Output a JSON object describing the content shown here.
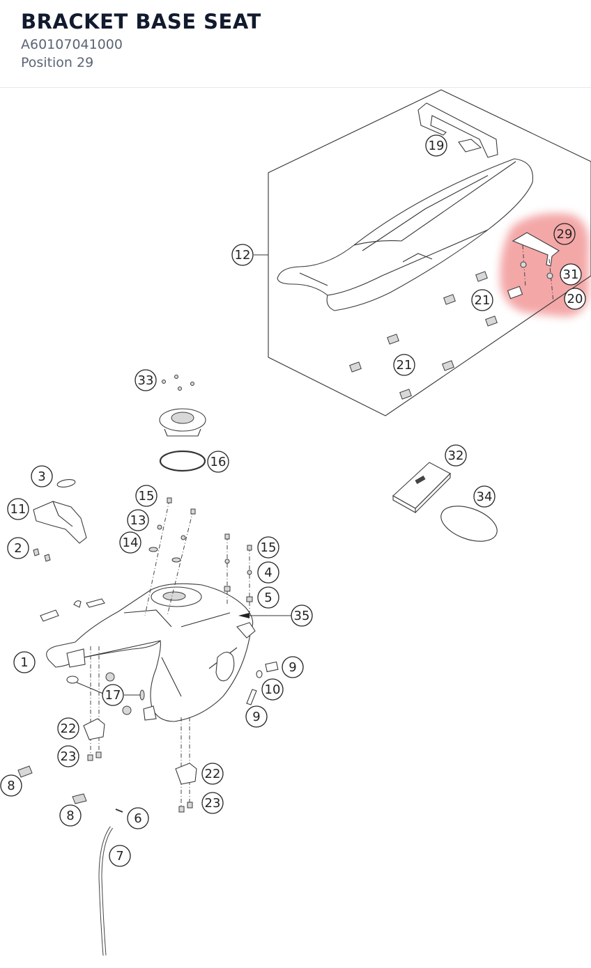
{
  "header": {
    "title": "BRACKET BASE SEAT",
    "part_number": "A60107041000",
    "position": "Position 29"
  },
  "colors": {
    "highlight": "#f08a8a",
    "line": "#333333",
    "title": "#121a2e",
    "subtitle": "#5b6474"
  },
  "highlighted_position": "29",
  "callouts": [
    "1",
    "2",
    "3",
    "4",
    "5",
    "6",
    "7",
    "8",
    "9",
    "10",
    "11",
    "12",
    "13",
    "14",
    "15",
    "16",
    "17",
    "19",
    "20",
    "21",
    "22",
    "23",
    "29",
    "31",
    "32",
    "33",
    "34",
    "35"
  ]
}
